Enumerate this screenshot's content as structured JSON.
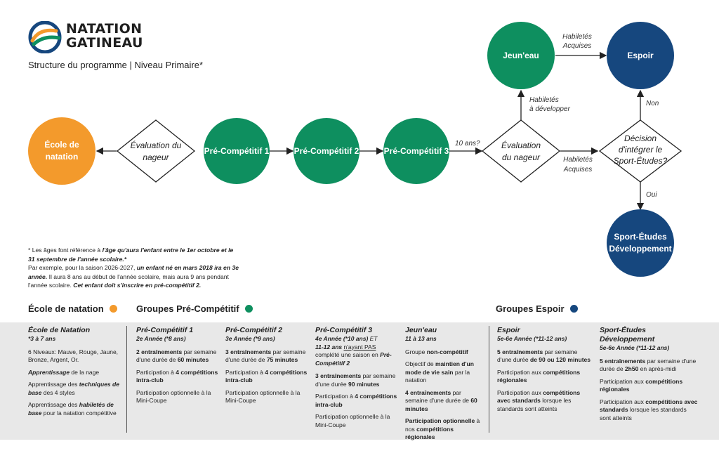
{
  "brand": {
    "line1": "NATATION",
    "line2": "GATINEAU"
  },
  "subtitle": "Structure du programme | Niveau Primaire*",
  "colors": {
    "orange": "#f39a2c",
    "green": "#0e8f5f",
    "navy": "#16477e",
    "band": "#e8e8e8"
  },
  "diagram": {
    "nodes": {
      "ecole": [
        "École de",
        "natation"
      ],
      "eval1": [
        "Évaluation du",
        "nageur"
      ],
      "pc1": "Pré-Compétitif 1",
      "pc2": "Pré-Compétitif 2",
      "pc3": "Pré-Compétitif 3",
      "eval2": [
        "Évaluation",
        "du nageur"
      ],
      "jeuneau": "Jeun'eau",
      "espoir": "Espoir",
      "decision": [
        "Décision",
        "d'intégrer le",
        "Sport-Études?"
      ],
      "sport": [
        "Sport-Études",
        "Développement"
      ]
    },
    "edge_labels": {
      "age": "10 ans?",
      "dev": [
        "Habiletés",
        "à développer"
      ],
      "acq_top": [
        "Habiletés",
        "Acquises"
      ],
      "acq_mid": [
        "Habiletés",
        "Acquises"
      ],
      "non": "Non",
      "oui": "Oui"
    }
  },
  "note": {
    "p1a": "* Les âges font référence à ",
    "p1b": "l'âge qu'aura l'enfant entre le 1er octobre et le 31 septembre de l'année scolaire.*",
    "p2a": "Par exemple, pour la saison 2026-2027, ",
    "p2b": "un enfant né en mars 2018 ira en 3e année.",
    "p2c": " Il aura 8 ans au début de l'année scolaire, mais aura 9 ans pendant l'année scolaire. ",
    "p2d": "Cet enfant doit s'inscrire en pré-compétitif 2."
  },
  "sections": {
    "ecole": "École de natation",
    "pre": "Groupes Pré-Compétitif",
    "espoir": "Groupes Espoir"
  },
  "columns": {
    "ecole": {
      "title": "École de Natation",
      "sub": "*3 à 7 ans",
      "items": [
        "6 Niveaux: Mauve, Rouge, Jaune, Bronze, Argent, Or.",
        "Apprentissage",
        " de la nage",
        "Apprentissage des ",
        "techniques de base",
        " des 4 styles",
        "Apprentissage des ",
        "habiletés de base",
        " pour la natation compétitive"
      ]
    },
    "pc1": {
      "title": "Pré-Compétitif 1",
      "sub": "2e Année (*8 ans)",
      "items": [
        "2 entraînements",
        " par semaine d'une durée de ",
        "60 minutes",
        "Participation à ",
        "4 compétitions intra-club",
        "Participation optionnelle à la Mini-Coupe"
      ]
    },
    "pc2": {
      "title": "Pré-Compétitif 2",
      "sub": "3e Année (*9 ans)",
      "items": [
        "3 entraînements",
        " par semaine d'une durée de ",
        "75 minutes",
        "Participation à ",
        "4 compétitions intra-club",
        "Participation optionnelle à la Mini-Coupe"
      ]
    },
    "pc3": {
      "title": "Pré-Compétitif 3",
      "sub1": "4e Année (*10 ans)",
      "sub1b": " ET",
      "sub2": "11-12 ans",
      "sub2b": "n'ayant PAS",
      " sub2c": "",
      "sub2c": " complété une saison en ",
      "sub2d": "Pré-Compétitif 2",
      "items": [
        "3 entraînements",
        " par semaine d'une durée ",
        "90 minutes",
        "Participation à ",
        "4 compétitions intra-club",
        "Participation optionnelle à la Mini-Coupe"
      ]
    },
    "jeuneau": {
      "title": "Jeun'eau",
      "sub": "11 à 13 ans",
      "items": [
        "Groupe ",
        "non-compétitif",
        "Objectif de ",
        "maintien d'un mode de vie sain",
        " par la natation",
        "4 entraînements",
        " par semaine d'une durée de ",
        "60 minutes",
        "Participation optionnelle",
        " à nos ",
        "compétitions régionales"
      ]
    },
    "espoir": {
      "title": "Espoir",
      "sub": "5e-6e Année (*11-12 ans)",
      "items": [
        "5 entraînements",
        " par semaine d'une durée ",
        "de 90 ou 120 minutes",
        "Participation aux ",
        "compétitions régionales",
        "Participation aux ",
        "compétitions avec standards",
        " lorsque les standards sont atteints"
      ]
    },
    "sport": {
      "title": "Sport-Études Développement",
      "sub": "5e-6e Année (*11-12 ans)",
      "items": [
        "5 entraînements",
        " par semaine d'une durée de ",
        "2h50",
        " en après-midi",
        "Participation aux ",
        "compétitions régionales",
        "Participation aux ",
        "compétitions avec standards",
        " lorsque les standards sont atteints"
      ]
    }
  }
}
